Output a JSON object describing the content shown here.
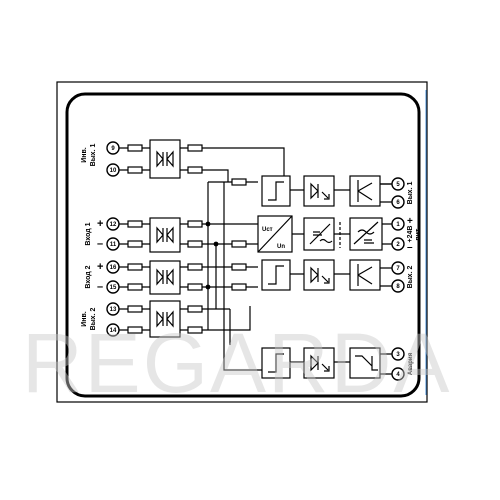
{
  "watermark": "REGARDA",
  "labels": {
    "inv_out1": [
      "Инв.",
      "Вых. 1"
    ],
    "in1": "Вход 1",
    "in2": "Вход 2",
    "inv_out2": [
      "Инв.",
      "Вых. 2"
    ],
    "out1": "Вых. 1",
    "out2": "Вых. 2",
    "alarm": "Авария",
    "supply": [
      "+24В",
      "пит."
    ],
    "ust": "Uст",
    "un": "Un"
  },
  "polarity": {
    "plus": "+",
    "minus": "–"
  },
  "terminals_left": [
    "9",
    "10",
    "12",
    "11",
    "16",
    "15",
    "13",
    "14"
  ],
  "terminals_right": [
    "5",
    "6",
    "1",
    "2",
    "7",
    "8",
    "3",
    "4"
  ]
}
